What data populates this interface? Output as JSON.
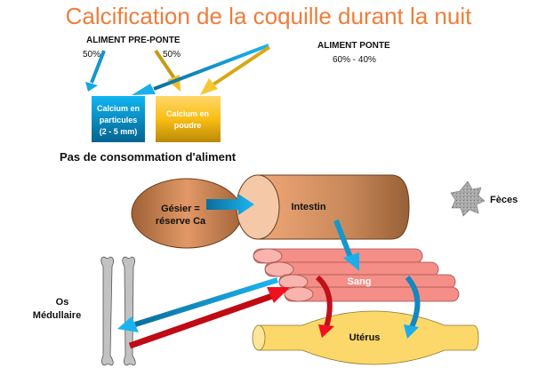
{
  "title": "Calcification de la coquille durant la nuit",
  "feed": {
    "pre_ponte_label": "ALIMENT PRE-PONTE",
    "pre_ponte_left_pct": "50%",
    "pre_ponte_right_pct": "50%",
    "ponte_label": "ALIMENT PONTE",
    "ponte_pct": "60% - 40%"
  },
  "boxes": {
    "particles": [
      "Calcium en",
      "particules",
      "(2 - 5 mm)"
    ],
    "powder": [
      "Calcium en",
      "poudre"
    ]
  },
  "no_feed_caption": "Pas de consommation d'aliment",
  "organs": {
    "gizzard": [
      "Gésier =",
      "réserve Ca"
    ],
    "intestine": "Intestin",
    "feces": "Fèces",
    "blood": "Sang",
    "bone": [
      "Os",
      "Médullaire"
    ],
    "uterus": "Utérus"
  },
  "colors": {
    "title": "#EE7D3A",
    "blue_arrow": "#1BA9E6",
    "gold_arrow": "#E8B21A",
    "red_arrow": "#E0101A"
  }
}
